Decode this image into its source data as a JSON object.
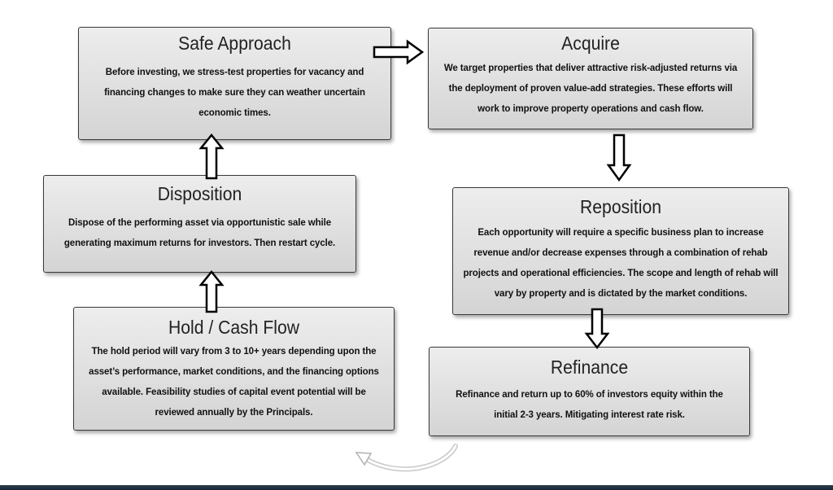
{
  "steps": {
    "safe_approach": {
      "title": "Safe Approach",
      "lines": [
        "Before investing, we stress-test properties for vacancy and",
        "financing changes to make sure they can weather uncertain",
        "economic times."
      ]
    },
    "acquire": {
      "title": "Acquire",
      "lines": [
        "We target properties that deliver attractive risk-adjusted returns via",
        "the deployment of proven value-add strategies. These efforts will",
        "work to improve property operations and cash flow."
      ]
    },
    "disposition": {
      "title": "Disposition",
      "lines": [
        "Dispose of the performing asset via opportunistic sale while",
        "generating maximum returns for investors. Then restart cycle."
      ]
    },
    "reposition": {
      "title": "Reposition",
      "lines": [
        "Each opportunity will require a specific business plan to increase",
        "revenue and/or decrease expenses through a combination of rehab",
        "projects and operational efficiencies. The scope and length of rehab will",
        "vary by property and is dictated by the market conditions."
      ]
    },
    "hold_cash_flow": {
      "title": "Hold / Cash Flow",
      "lines": [
        "The hold period will vary from 3 to 10+ years depending upon the",
        "asset’s performance, market conditions, and the financing options",
        "available. Feasibility studies of capital event potential will be",
        "reviewed annually by the Principals."
      ]
    },
    "refinance": {
      "title": "Refinance",
      "lines": [
        "Refinance and return up to 60% of investors equity within the",
        "initial 2-3 years. Mitigating interest rate risk."
      ]
    }
  }
}
